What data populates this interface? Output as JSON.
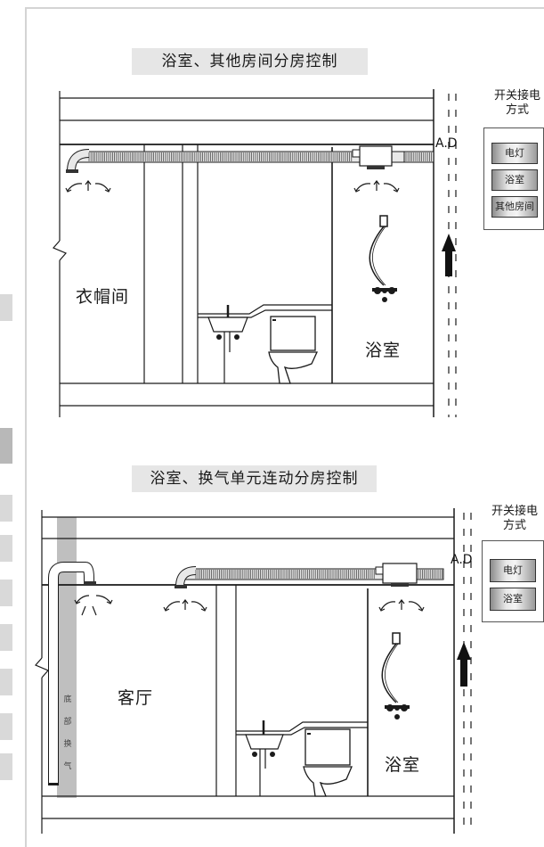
{
  "top_diagram": {
    "title": "浴室、其他房间分房控制",
    "room_left": "衣帽间",
    "room_right": "浴室",
    "ad_label": "A.D",
    "switch_title": "开关接电方式",
    "switch_title_line1": "开关接电",
    "switch_title_line2": "方式",
    "switches": [
      "电灯",
      "浴室",
      "其他房间"
    ]
  },
  "bottom_diagram": {
    "title": "浴室、换气单元连动分房控制",
    "room_left": "客厅",
    "room_right": "浴室",
    "duct_label": [
      "底",
      "部",
      "换",
      "气"
    ],
    "ad_label": "A.D",
    "switch_title_line1": "开关接电",
    "switch_title_line2": "方式",
    "switches": [
      "电灯",
      "浴室"
    ]
  },
  "colors": {
    "line": "#1a1a1a",
    "duct": "#bfbfbf",
    "band": "#e6e6e6"
  }
}
